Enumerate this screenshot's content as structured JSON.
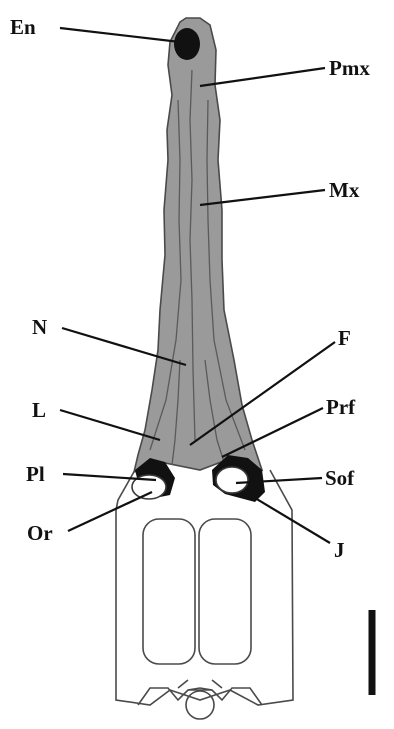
{
  "labels": {
    "en": "En",
    "pmx": "Pmx",
    "mx": "Mx",
    "n": "N",
    "f": "F",
    "l": "L",
    "prf": "Prf",
    "pl": "Pl",
    "sof": "Sof",
    "or": "Or",
    "j": "J"
  },
  "colors": {
    "bone_fill": "#9a9a9a",
    "outline": "#4a4a4a",
    "dark_fill": "#111111",
    "background": "#ffffff"
  }
}
